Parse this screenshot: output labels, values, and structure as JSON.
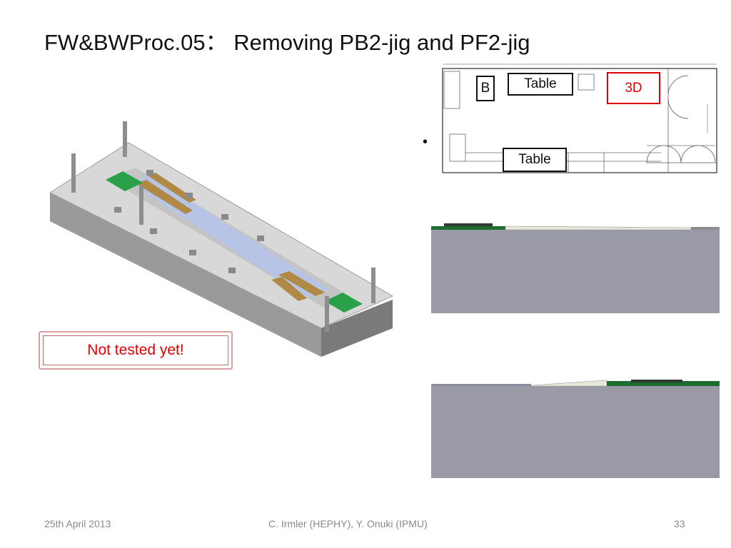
{
  "slide": {
    "title": "FW&BWProc.05： Removing PB2-jig and PF2-jig",
    "note": "Not tested yet!",
    "bullet": "•",
    "plan_labels": {
      "b": "B",
      "table1": "Table",
      "three_d": "3D",
      "table2": "Table"
    }
  },
  "footer": {
    "date": "25th April 2013",
    "authors": "C. Irmler (HEPHY), Y. Onuki (IPMU)",
    "page": "33"
  },
  "colors": {
    "note_text": "#e00000",
    "note_border": "#c06a6a",
    "three_d_border": "#e00000",
    "section_gray": "#999aa6",
    "pcb_green": "#1e6b2f"
  }
}
